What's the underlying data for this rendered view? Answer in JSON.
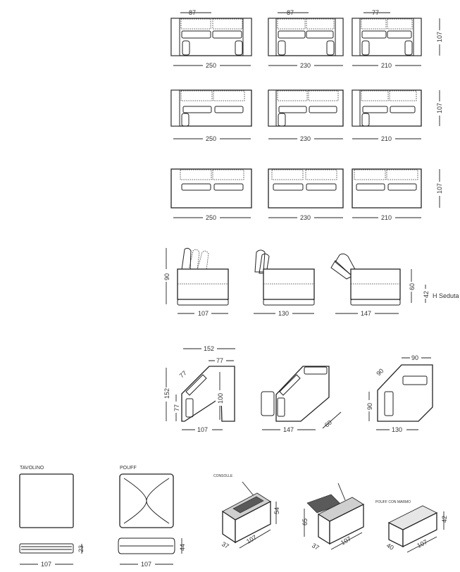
{
  "dimensions": {
    "row1": {
      "top": [
        "87",
        "87",
        "77"
      ],
      "widths": [
        "250",
        "230",
        "210"
      ],
      "depth": "107"
    },
    "row2": {
      "widths": [
        "250",
        "230",
        "210"
      ],
      "depth": "107"
    },
    "row3": {
      "widths": [
        "250",
        "230",
        "210"
      ],
      "depth": "107"
    },
    "side_views": {
      "height": "90",
      "depths": [
        "107",
        "130",
        "147"
      ],
      "seat_height": "60",
      "seat_sub": "42",
      "seat_label": "H Seduta"
    },
    "corners": {
      "c1": {
        "top": "152",
        "inner": "77",
        "diag": "77",
        "left": "152",
        "left_inner": "77",
        "mid": "100",
        "bottom": "107"
      },
      "c2": {
        "bottom": "147",
        "diag": "60"
      },
      "c3": {
        "top": "90",
        "diag": "90",
        "left": "90",
        "bottom": "130"
      }
    }
  },
  "accessories": {
    "tavolino": {
      "label": "TAVOLINO",
      "width": "107",
      "height": "23"
    },
    "pouff": {
      "label": "POUFF",
      "width": "107",
      "height": "44"
    },
    "consolle": {
      "label": "CONSOLLE",
      "depth": "37",
      "width": "107",
      "height": "54",
      "height_open": "65",
      "depth_open": "37",
      "width_open": "107"
    },
    "pouff_marmo": {
      "label": "POUFF CON MARMO",
      "depth": "40",
      "width": "107",
      "height": "42"
    }
  }
}
